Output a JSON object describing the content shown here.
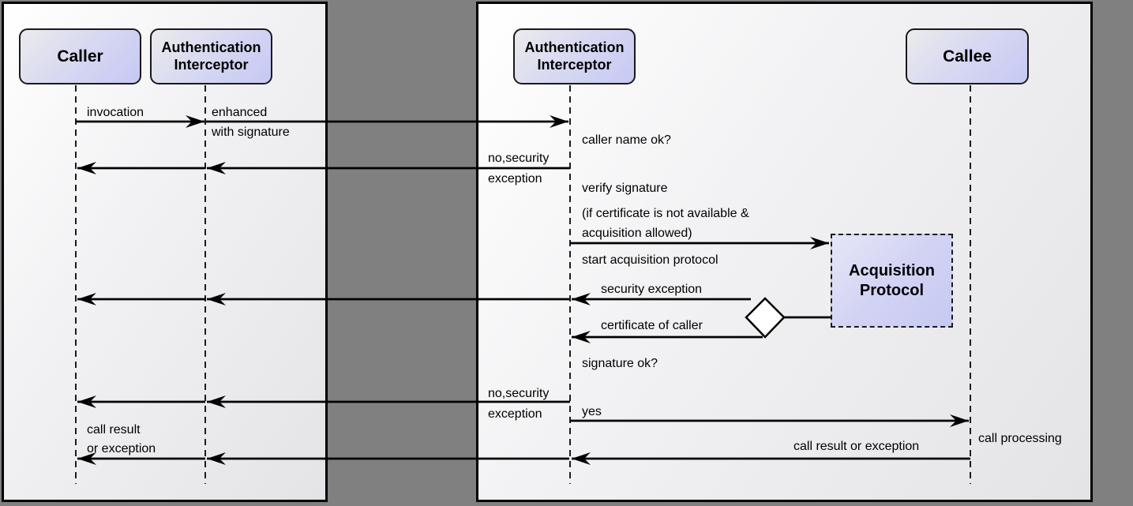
{
  "diagram": {
    "title_hint": "authentication interceptor sequence diagram",
    "actors": {
      "caller": "Caller",
      "auth_left": "Authentication\nInterceptor",
      "auth_right": "Authentication\nInterceptor",
      "callee": "Callee"
    },
    "objects": {
      "acquisition": "Acquisition\nProtocol"
    },
    "messages": {
      "invocation": "invocation",
      "enhanced": "enhanced\nwith signature",
      "caller_name_ok": "caller name ok?",
      "no_security_1": "no,security\nexception",
      "verify_signature": "verify signature",
      "if_certificate": "(if certificate is not available &\nacquisition allowed)",
      "start_acquisition": "start acquisition protocol",
      "security_exception": "security exception",
      "certificate_of_caller": "certificate of caller",
      "signature_ok": "signature ok?",
      "no_security_2": "no,security\nexception",
      "yes": "yes",
      "call_processing": "call processing",
      "call_result_right": "call result or exception",
      "call_result_left": "call result\nor exception"
    },
    "colors": {
      "canvas_background": "#808080",
      "panel_background": "#f0f0f2",
      "panel_border": "#000000",
      "actor_fill": "#c7c9f3",
      "line": "#000000",
      "diamond_fill": "#ffffff"
    }
  }
}
